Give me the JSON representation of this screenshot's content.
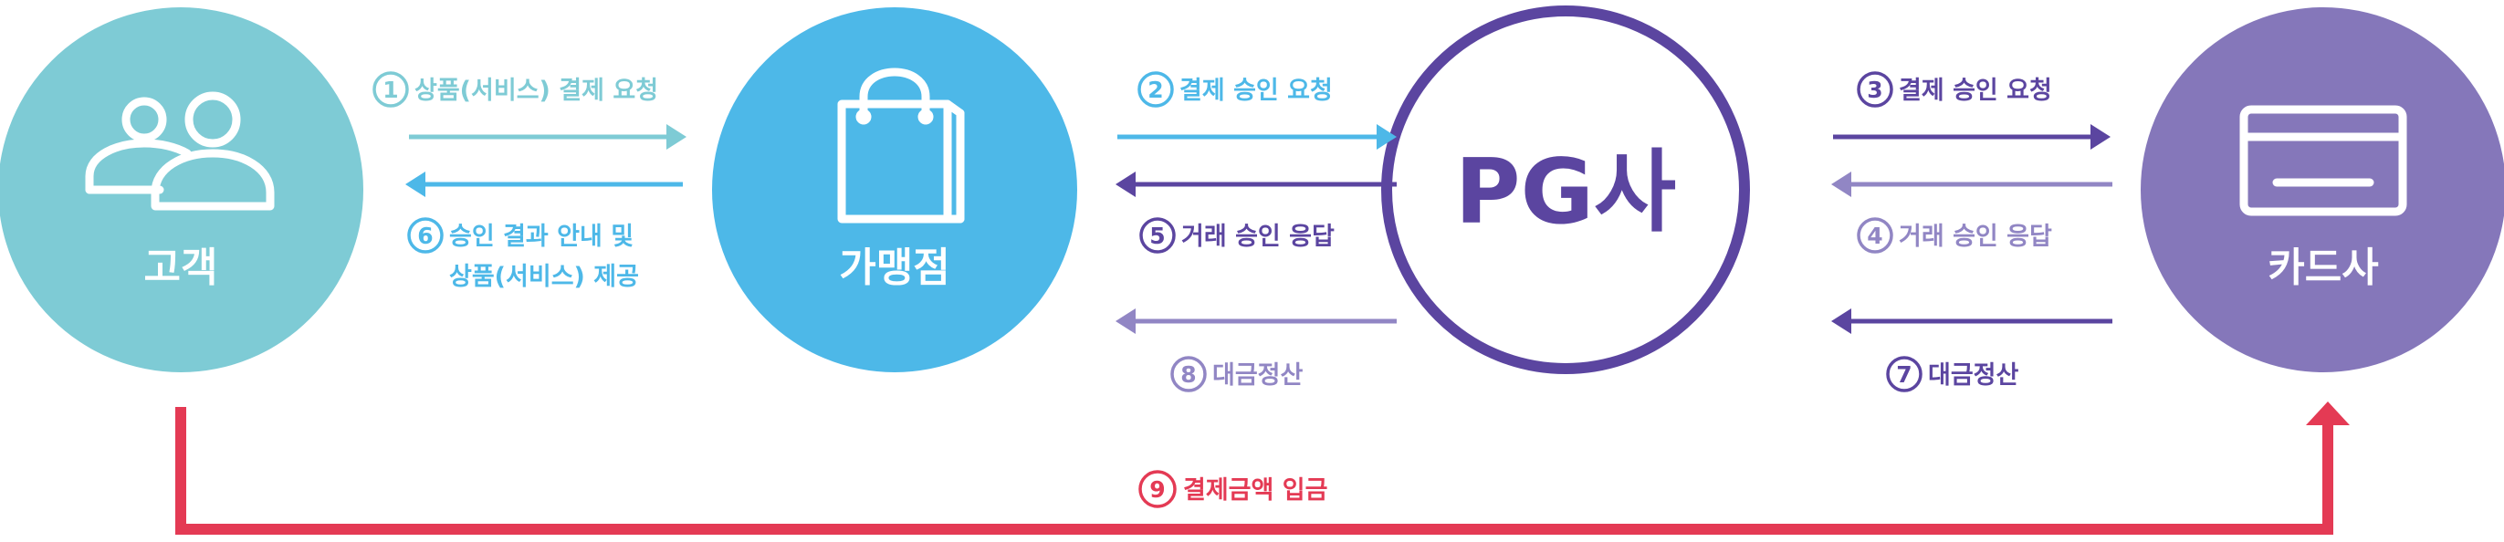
{
  "colors": {
    "customer": "#7ecbd5",
    "merchant": "#4db8e8",
    "pg": "#5b45a0",
    "card": "#8577ba",
    "light_purple": "#9186c4",
    "settlement": "#e43a54"
  },
  "nodes": {
    "customer": {
      "label": "고객",
      "icon": "users-icon"
    },
    "merchant": {
      "label": "가맹점",
      "icon": "shopping-bag-icon"
    },
    "pg": {
      "label": "PG사"
    },
    "card": {
      "label": "카드사",
      "icon": "credit-card-icon"
    }
  },
  "steps": {
    "s1": {
      "num": "1",
      "text": "상품(서비스) 결제 요청"
    },
    "s2": {
      "num": "2",
      "text": "결제 승인 요청"
    },
    "s3": {
      "num": "3",
      "text": "결제 승인 요청"
    },
    "s4": {
      "num": "4",
      "text": "거래 승인 응답"
    },
    "s5": {
      "num": "5",
      "text": "거래 승인 응답"
    },
    "s6": {
      "num": "6",
      "line1": "승인 결과 안내 및",
      "line2": "상품(서비스) 제공"
    },
    "s7": {
      "num": "7",
      "text": "대금정산"
    },
    "s8": {
      "num": "8",
      "text": "대금정산"
    },
    "s9": {
      "num": "9",
      "text": "결제금액 입금"
    }
  }
}
